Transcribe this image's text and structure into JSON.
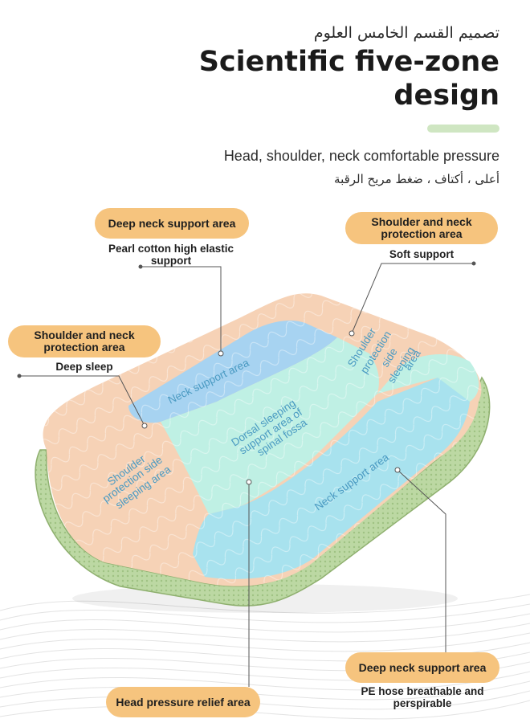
{
  "header": {
    "arabic_title": "تصميم القسم الخامس العلوم",
    "title": "Scientific five-zone design",
    "subtitle": "Head, shoulder, neck comfortable pressure",
    "arabic_subtitle": "أعلى ، أكتاف ، ضغط مريح الرقبة"
  },
  "zones": {
    "neck_top": "Neck support area",
    "dorsal": [
      "Dorsal sleeping",
      "support area of",
      "spinal fossa"
    ],
    "shoulder_left": [
      "Shoulder",
      "protection side",
      "sleeping area"
    ],
    "shoulder_right": [
      "Shoulder",
      "protection",
      "side",
      "sleeping",
      "area"
    ],
    "neck_bottom": "Neck support area"
  },
  "callouts": {
    "top_left": {
      "label": "Deep neck support area",
      "description": [
        "Pearl cotton high elastic",
        "support"
      ]
    },
    "top_right": {
      "label": [
        "Shoulder and neck",
        "protection area"
      ],
      "description": "Soft support"
    },
    "mid_left": {
      "label": [
        "Shoulder and neck",
        "protection area"
      ],
      "description": "Deep sleep"
    },
    "bottom_right": {
      "label": "Deep neck support area",
      "description": [
        "PE hose breathable and",
        "perspirable"
      ]
    },
    "bottom_left": {
      "label": "Head pressure relief area"
    }
  },
  "colors": {
    "pill": "#f6c47e",
    "accent_bar": "#cfe6c2",
    "zone_text": "#4a9ac2",
    "mint_zone": "#bff0e4",
    "peach_zone": "#f6d2b6",
    "blue_zone": "#a7d3f1",
    "mesh_edge": "#b6d29b"
  }
}
